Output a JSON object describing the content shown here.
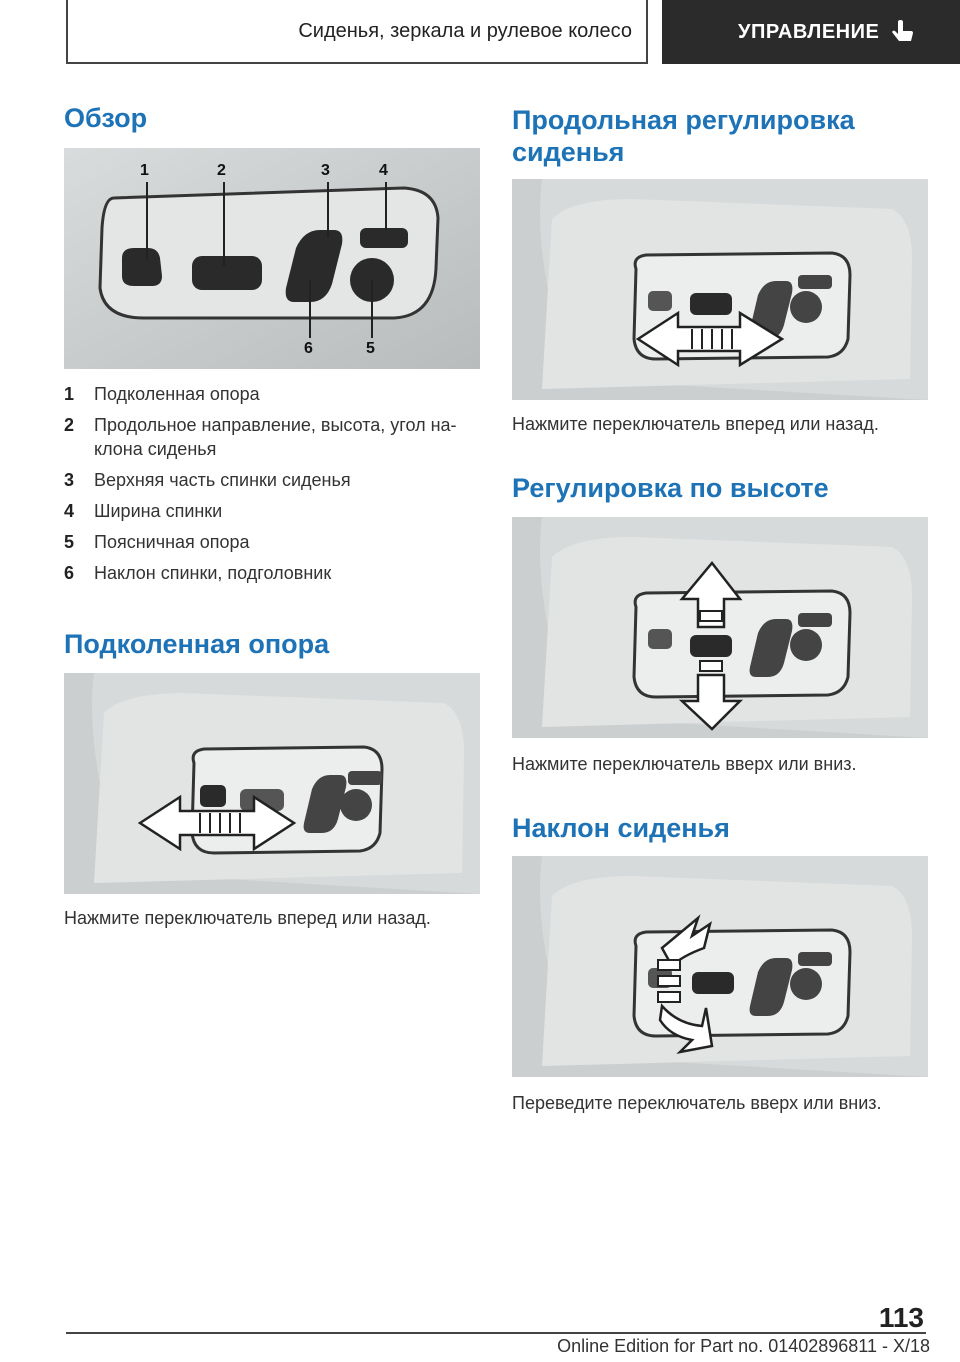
{
  "header": {
    "section": "Сиденья, зеркала и рулевое колесо",
    "chapter": "УПРАВЛЕНИЕ"
  },
  "left": {
    "overview_title": "Обзор",
    "overview_callouts": [
      "1",
      "2",
      "3",
      "4",
      "6",
      "5"
    ],
    "legend": [
      {
        "num": "1",
        "text": "Подколенная опора"
      },
      {
        "num": "2",
        "text": "Продольное направление, высота, угол на-клона сиденья"
      },
      {
        "num": "3",
        "text": "Верхняя часть спинки сиденья"
      },
      {
        "num": "4",
        "text": "Ширина спинки"
      },
      {
        "num": "5",
        "text": "Поясничная опора"
      },
      {
        "num": "6",
        "text": "Наклон спинки, подголовник"
      }
    ],
    "knee_title": "Подколенная опора",
    "knee_caption": "Нажмите переключатель вперед или назад."
  },
  "right": {
    "longitudinal_title": "Продольная регулировка сиденья",
    "longitudinal_caption": "Нажмите переключатель вперед или назад.",
    "height_title": "Регулировка по высоте",
    "height_caption": "Нажмите переключатель вверх или вниз.",
    "tilt_title": "Наклон сиденья",
    "tilt_caption": "Переведите переключатель вверх или вниз."
  },
  "footer": {
    "page_number": "113",
    "edition": "Online Edition for Part no. 01402896811 - X/18"
  },
  "icons": [
    "hand-pointer-icon"
  ]
}
